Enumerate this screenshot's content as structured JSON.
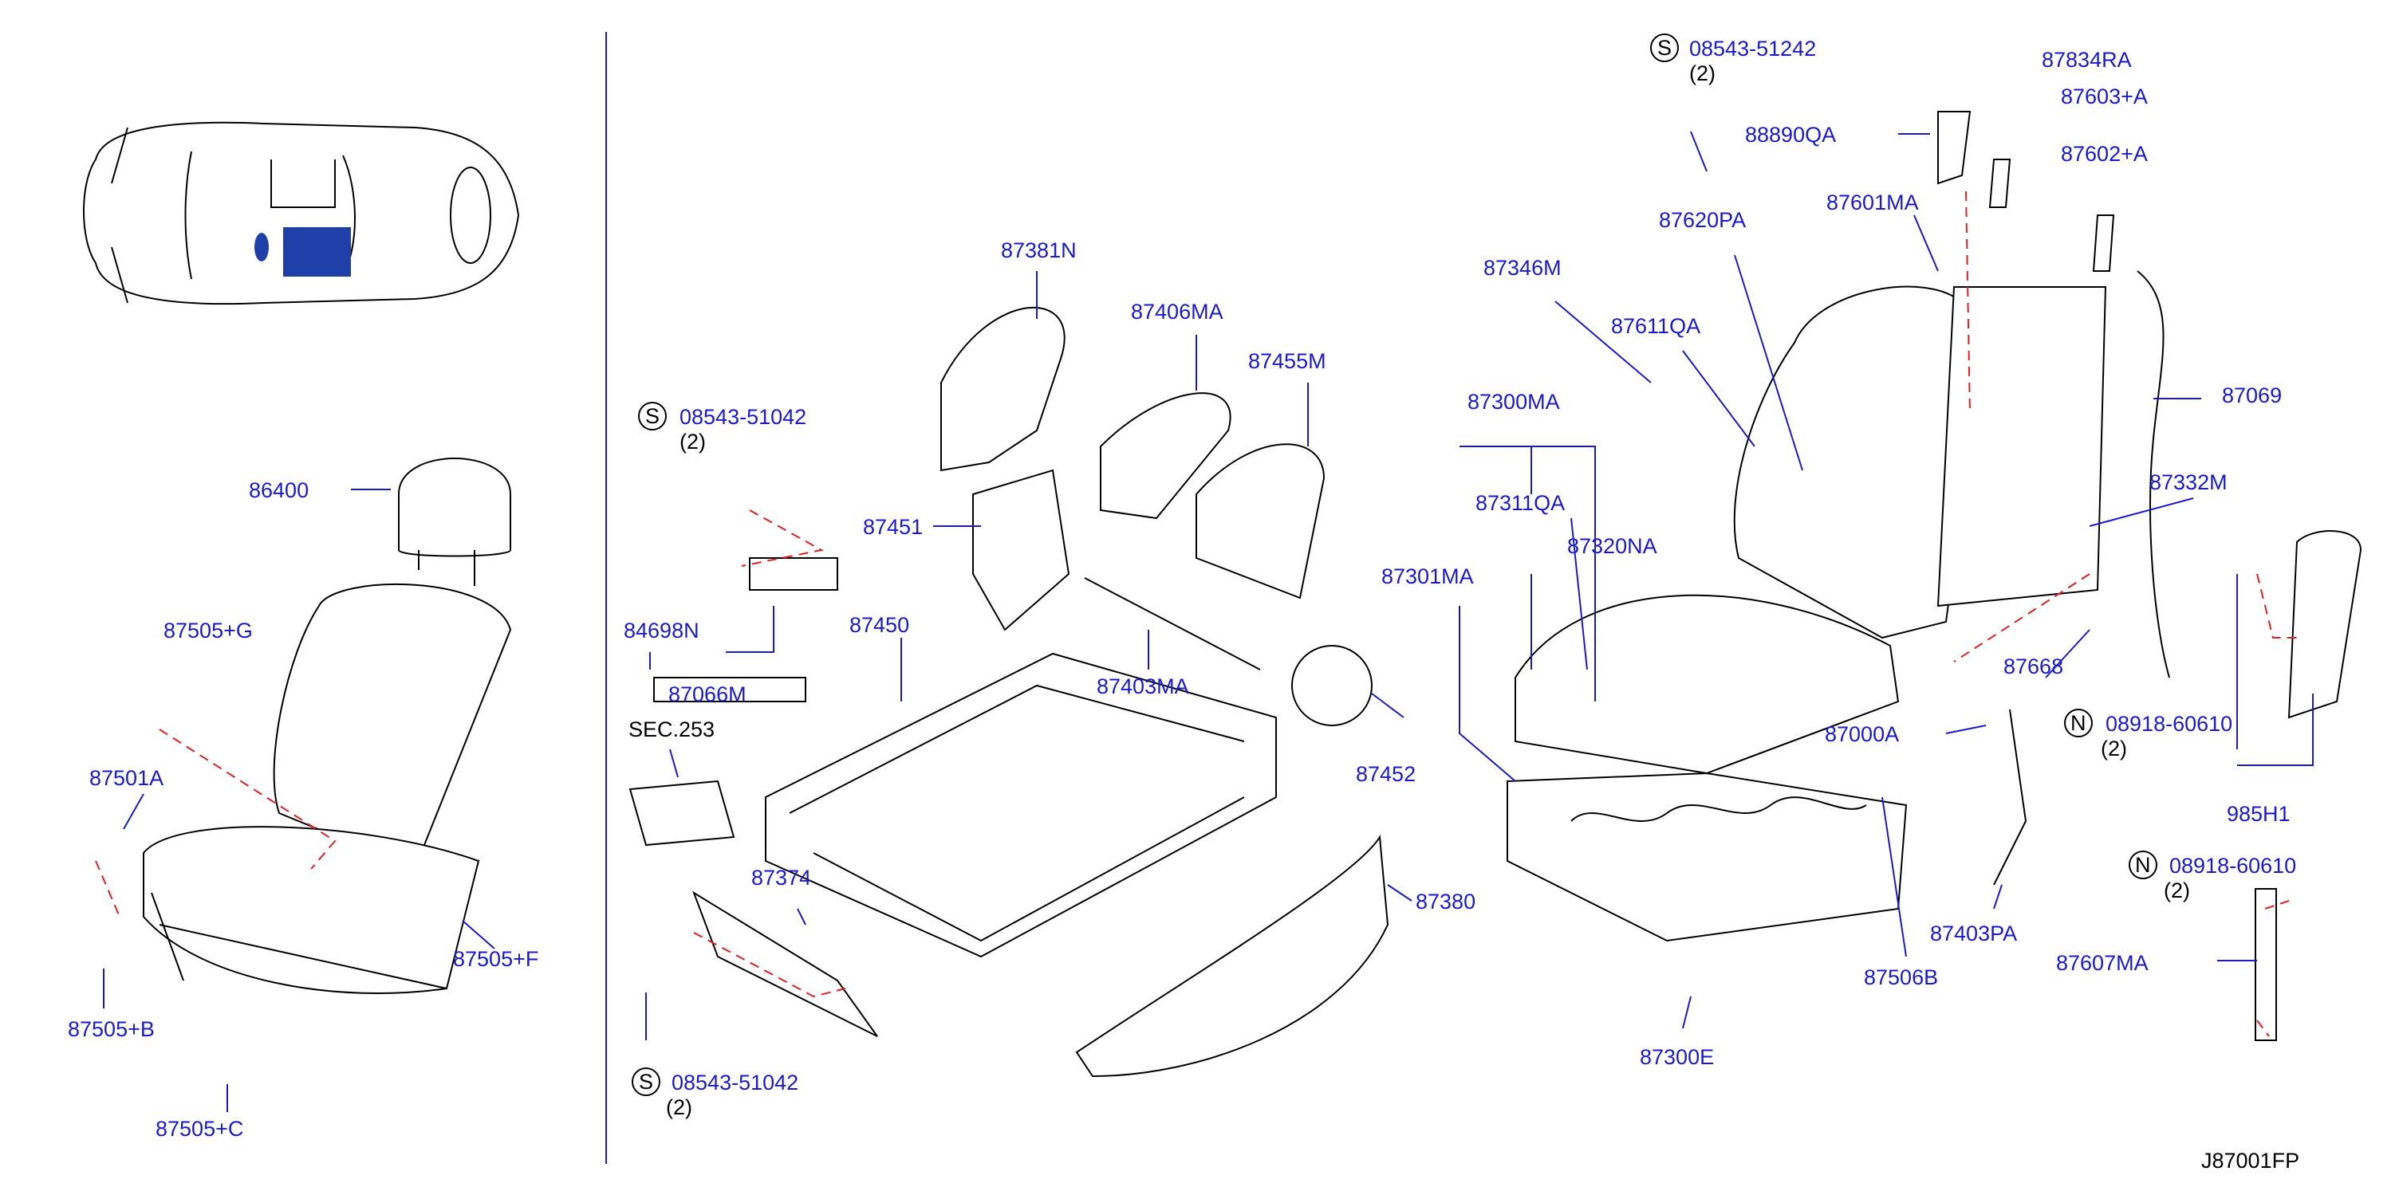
{
  "diagram_id": "J87001FP",
  "sections": {
    "car_overview": {},
    "seat_assembly": {
      "parts": [
        {
          "id": "86400",
          "label": "86400"
        },
        {
          "id": "87505_G",
          "label": "87505+G"
        },
        {
          "id": "87501A",
          "label": "87501A"
        },
        {
          "id": "87505_B",
          "label": "87505+B"
        },
        {
          "id": "87505_C",
          "label": "87505+C"
        },
        {
          "id": "87505_F",
          "label": "87505+F"
        }
      ]
    },
    "frame_assembly": {
      "parts": [
        {
          "id": "08543_51042_top",
          "label": "08543-51042",
          "qty": "(2)",
          "prefix": "S"
        },
        {
          "id": "84698N",
          "label": "84698N"
        },
        {
          "id": "87066M",
          "label": "87066M"
        },
        {
          "id": "SEC253",
          "label": "SEC.253"
        },
        {
          "id": "87374",
          "label": "87374"
        },
        {
          "id": "08543_51042_bottom",
          "label": "08543-51042",
          "qty": "(2)",
          "prefix": "S"
        },
        {
          "id": "87381N",
          "label": "87381N"
        },
        {
          "id": "87451",
          "label": "87451"
        },
        {
          "id": "87450",
          "label": "87450"
        },
        {
          "id": "87406MA",
          "label": "87406MA"
        },
        {
          "id": "87455M",
          "label": "87455M"
        },
        {
          "id": "87403MA",
          "label": "87403MA"
        },
        {
          "id": "87452",
          "label": "87452"
        },
        {
          "id": "87380",
          "label": "87380"
        }
      ]
    },
    "cushion_back_assembly": {
      "parts": [
        {
          "id": "08543_51242",
          "label": "08543-51242",
          "qty": "(2)",
          "prefix": "S"
        },
        {
          "id": "87834RA",
          "label": "87834RA"
        },
        {
          "id": "87603_A",
          "label": "87603+A"
        },
        {
          "id": "88890QA",
          "label": "88890QA"
        },
        {
          "id": "87602_A",
          "label": "87602+A"
        },
        {
          "id": "87601MA",
          "label": "87601MA"
        },
        {
          "id": "87620PA",
          "label": "87620PA"
        },
        {
          "id": "87346M",
          "label": "87346M"
        },
        {
          "id": "87611QA",
          "label": "87611QA"
        },
        {
          "id": "87069",
          "label": "87069"
        },
        {
          "id": "87300MA",
          "label": "87300MA"
        },
        {
          "id": "87311QA",
          "label": "87311QA"
        },
        {
          "id": "87320NA",
          "label": "87320NA"
        },
        {
          "id": "87332M",
          "label": "87332M"
        },
        {
          "id": "87301MA",
          "label": "87301MA"
        },
        {
          "id": "87668",
          "label": "87668"
        },
        {
          "id": "87000A",
          "label": "87000A"
        },
        {
          "id": "08918_60610_a",
          "label": "08918-60610",
          "qty": "(2)",
          "prefix": "N"
        },
        {
          "id": "985H1",
          "label": "985H1"
        },
        {
          "id": "08918_60610_b",
          "label": "08918-60610",
          "qty": "(2)",
          "prefix": "N"
        },
        {
          "id": "87403PA",
          "label": "87403PA"
        },
        {
          "id": "87506B",
          "label": "87506B"
        },
        {
          "id": "87607MA",
          "label": "87607MA"
        },
        {
          "id": "87300E",
          "label": "87300E"
        }
      ]
    }
  },
  "colors": {
    "label": "#1a1acc",
    "leader": "#1a1acc",
    "dashed": "#e02020",
    "highlight": "#1f3fa8",
    "line": "#000000"
  }
}
